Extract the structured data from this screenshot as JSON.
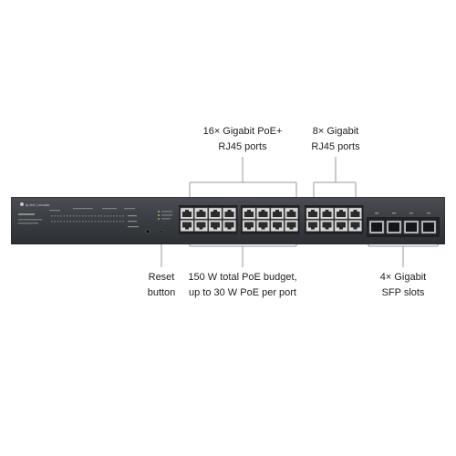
{
  "callouts": {
    "poe_ports": {
      "line1": "16× Gigabit PoE+",
      "line2": "RJ45 ports"
    },
    "gigabit_ports": {
      "line1": "8× Gigabit",
      "line2": "RJ45 ports"
    },
    "reset": {
      "line1": "Reset",
      "line2": "button"
    },
    "poe_budget": {
      "line1": "150 W total PoE budget,",
      "line2": "up to 30 W PoE per port"
    },
    "sfp": {
      "line1": "4× Gigabit",
      "line2": "SFP slots"
    }
  },
  "device": {
    "brand": "tp-link | omada",
    "colors": {
      "chassis": "#3a3d41",
      "chassis_edge": "#23262a",
      "port_body": "#d9d9d9",
      "port_hole": "#2b2b2b",
      "line": "#9a9a9a"
    }
  }
}
